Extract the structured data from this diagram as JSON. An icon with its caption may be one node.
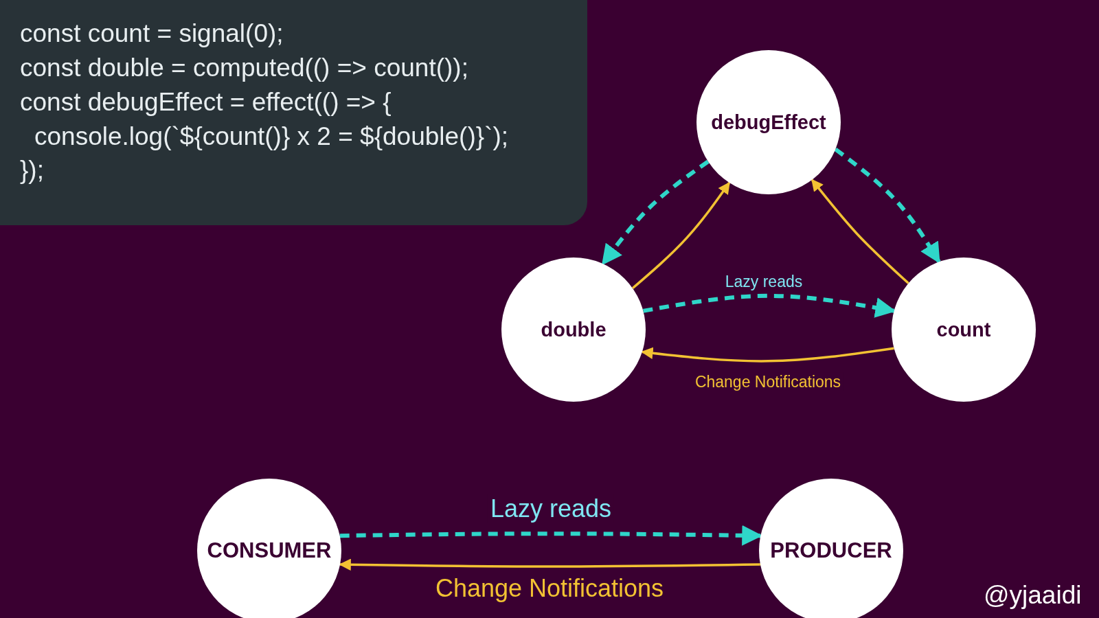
{
  "diagram": {
    "nodes": [
      {
        "text": [
          "debugEffect"
        ]
      },
      {
        "text": [
          "double"
        ]
      },
      {
        "text": [
          "count"
        ]
      },
      {
        "text": [
          "CONSUMER"
        ]
      },
      {
        "text": [
          "PRODUCER"
        ]
      }
    ],
    "edges": [
      {
        "from": 0,
        "to": 1,
        "arrow": "to",
        "style": "dashed"
      },
      {
        "from": 1,
        "to": 0,
        "arrow": "to",
        "color": "#f2c233"
      },
      {
        "from": 0,
        "to": 2,
        "arrow": "to",
        "style": "dashed"
      },
      {
        "from": 2,
        "to": 0,
        "arrow": "to",
        "color": "#f2c233"
      },
      {
        "from": 1,
        "to": 2,
        "arrow": "to",
        "style": "dashed",
        "label": "Lazy reads"
      },
      {
        "from": 2,
        "to": 1,
        "arrow": "to",
        "color": "#f2c233",
        "label": "Change Notifications"
      },
      {
        "from": 3,
        "to": 4,
        "arrow": "to",
        "style": "dashed",
        "label": "Lazy reads"
      },
      {
        "from": 4,
        "to": 3,
        "arrow": "to",
        "color": "#f2c233",
        "label": "Change Notifications"
      }
    ],
    "labels": [
      "const count = signal(0);",
      "const double = computed(() => count());",
      "const debugEffect = effect(() => {",
      "console.log(`${count()} x 2 = ${double()}`);",
      "});",
      "@yjaaidi"
    ]
  }
}
